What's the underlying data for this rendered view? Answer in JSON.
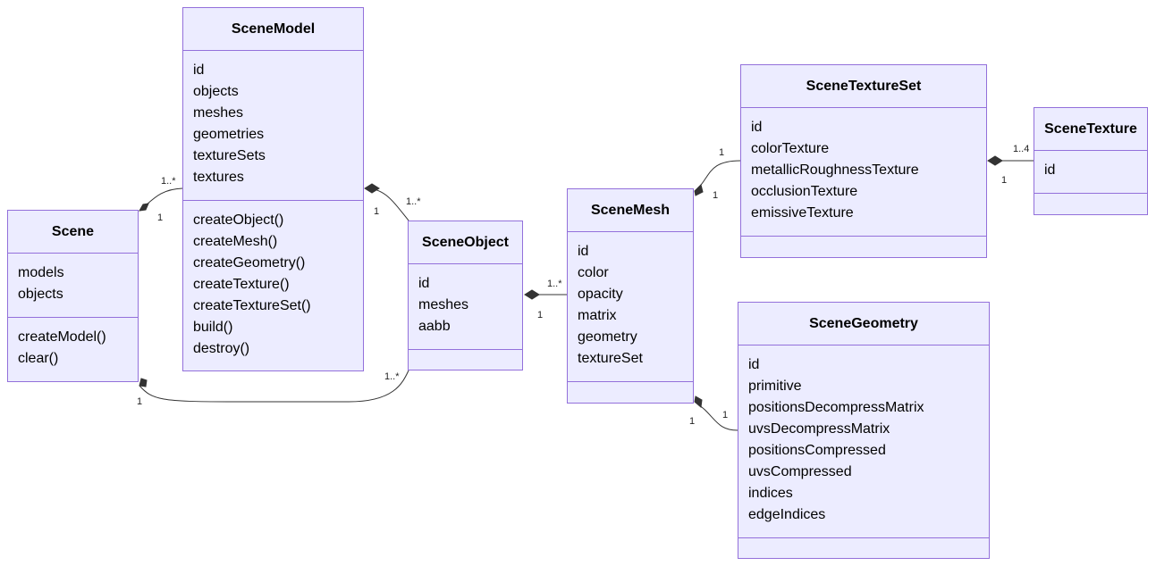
{
  "classes": {
    "scene_model": {
      "name": "SceneModel",
      "attributes": [
        "id",
        "objects",
        "meshes",
        "geometries",
        "textureSets",
        "textures"
      ],
      "methods": [
        "createObject()",
        "createMesh()",
        "createGeometry()",
        "createTexture()",
        "createTextureSet()",
        "build()",
        "destroy()"
      ]
    },
    "scene": {
      "name": "Scene",
      "attributes": [
        "models",
        "objects"
      ],
      "methods": [
        "createModel()",
        "clear()"
      ]
    },
    "scene_object": {
      "name": "SceneObject",
      "attributes": [
        "id",
        "meshes",
        "aabb"
      ],
      "methods": []
    },
    "scene_mesh": {
      "name": "SceneMesh",
      "attributes": [
        "id",
        "color",
        "opacity",
        "matrix",
        "geometry",
        "textureSet"
      ],
      "methods": []
    },
    "scene_texture_set": {
      "name": "SceneTextureSet",
      "attributes": [
        "id",
        "colorTexture",
        "metallicRoughnessTexture",
        "occlusionTexture",
        "emissiveTexture"
      ],
      "methods": []
    },
    "scene_texture": {
      "name": "SceneTexture",
      "attributes": [
        "id"
      ],
      "methods": []
    },
    "scene_geometry": {
      "name": "SceneGeometry",
      "attributes": [
        "id",
        "primitive",
        "positionsDecompressMatrix",
        "uvsDecompressMatrix",
        "positionsCompressed",
        "uvsCompressed",
        "indices",
        "edgeIndices"
      ],
      "methods": []
    }
  },
  "relations": [
    {
      "from": "Scene",
      "to": "SceneModel",
      "kind": "composition",
      "from_mult": "1",
      "to_mult": "1..*"
    },
    {
      "from": "Scene",
      "to": "SceneObject",
      "kind": "composition",
      "from_mult": "1",
      "to_mult": "1..*"
    },
    {
      "from": "SceneModel",
      "to": "SceneObject",
      "kind": "composition",
      "from_mult": "1",
      "to_mult": "1..*"
    },
    {
      "from": "SceneObject",
      "to": "SceneMesh",
      "kind": "composition",
      "from_mult": "1",
      "to_mult": "1..*"
    },
    {
      "from": "SceneMesh",
      "to": "SceneTextureSet",
      "kind": "composition",
      "from_mult": "1",
      "to_mult": "1"
    },
    {
      "from": "SceneMesh",
      "to": "SceneGeometry",
      "kind": "composition",
      "from_mult": "1",
      "to_mult": "1"
    },
    {
      "from": "SceneTextureSet",
      "to": "SceneTexture",
      "kind": "composition",
      "from_mult": "1",
      "to_mult": "1..4"
    }
  ],
  "colors": {
    "box_fill": "#ececff",
    "box_border": "#9370db",
    "edge": "#333333"
  }
}
